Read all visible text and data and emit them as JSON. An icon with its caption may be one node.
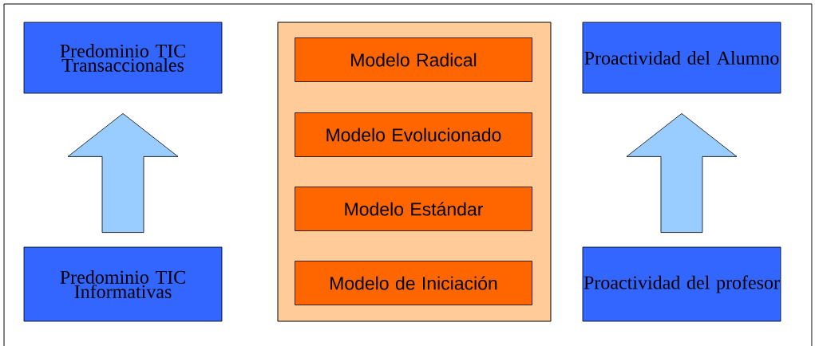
{
  "diagram": {
    "nodes": [
      {
        "text": [
          "Predominio TIC Transaccionales"
        ]
      },
      {
        "text": [],
        "shape": "box"
      },
      {
        "text": [
          "Modelo Radical"
        ],
        "in": 1
      },
      {
        "text": [
          "Modelo Evolucionado"
        ],
        "in": 1
      },
      {
        "text": [
          "Modelo Estándar"
        ],
        "in": 1
      },
      {
        "text": [
          "Modelo de Iniciación"
        ],
        "in": 1
      },
      {
        "text": [
          "Proactividad del Alumno"
        ]
      },
      {
        "text": [
          "Predominio TIC Informativas"
        ]
      },
      {
        "text": [
          "Proactividad del profesor"
        ]
      }
    ],
    "edges": [
      {
        "from": 7,
        "to": 0,
        "arrow": "to"
      },
      {
        "from": 8,
        "to": 6,
        "arrow": "to"
      }
    ]
  }
}
